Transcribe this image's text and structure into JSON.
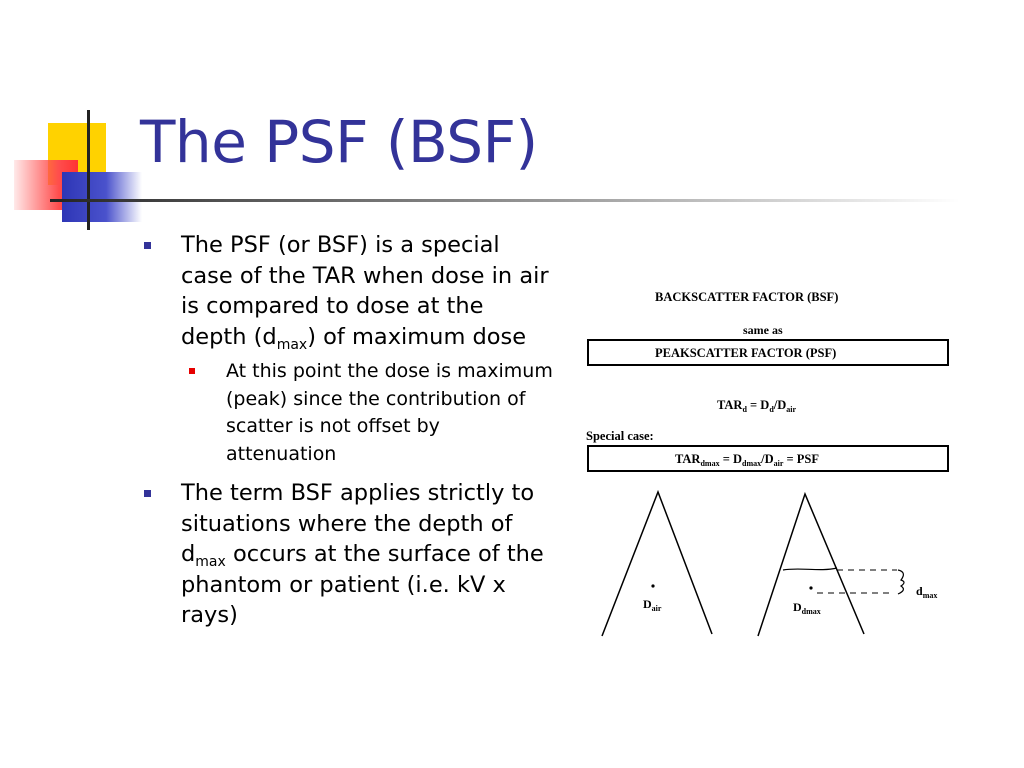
{
  "slide": {
    "title": "The PSF (BSF)",
    "bullets": [
      {
        "pre": "The PSF (or BSF) is a special case of the TAR when dose in air is compared to dose at the depth (d",
        "sub": "max",
        "post": ") of maximum dose",
        "subbullets": [
          {
            "text": "At this point the dose is maximum (peak) since the contribution of scatter is not offset by attenuation"
          }
        ]
      },
      {
        "pre": "The term BSF applies strictly to situations where the depth of d",
        "sub": "max",
        "post": " occurs at the surface of the phantom or patient (i.e. kV x rays)"
      }
    ]
  },
  "figure": {
    "heading": "BACKSCATTER FACTOR (BSF)",
    "same_as": "same as",
    "boxed_title": "PEAKSCATTER FACTOR (PSF)",
    "tar_eq": {
      "a": "TAR",
      "a_sub": "d",
      "b": " = D",
      "b_sub": "d",
      "c": "/D",
      "c_sub": "air"
    },
    "special_case": "Special case:",
    "special_eq": {
      "a": "TAR",
      "a_sub": "dmax",
      "b": " = D",
      "b_sub": "dmax",
      "c": "/D",
      "c_sub": "air",
      "d": " = PSF"
    },
    "label_air": {
      "main": "D",
      "sub": "air"
    },
    "label_dmax": {
      "main": "D",
      "sub": "dmax"
    },
    "label_depth": {
      "main": "d",
      "sub": "max"
    }
  }
}
